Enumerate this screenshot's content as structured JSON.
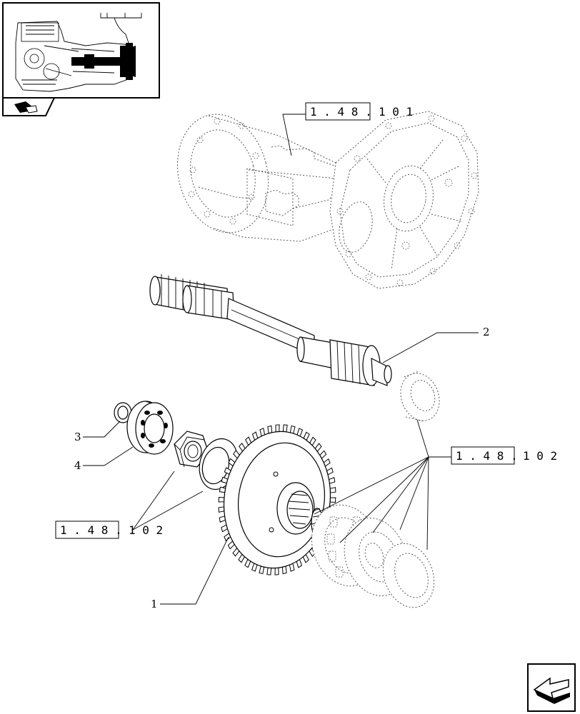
{
  "references": [
    {
      "id": "ref-housing",
      "text": "1 . 4 8 . 1 0 1",
      "boxed": "1 . 4 8 .",
      "rest": "1 0 1"
    },
    {
      "id": "ref-bearing-right",
      "text": "1 . 4 8 . 1 0 2",
      "boxed": "1 . 4 8 .",
      "rest": "1 0 2"
    },
    {
      "id": "ref-left",
      "text": "1 . 4 8 . 1 0 2",
      "boxed": "1 . 4 8 .",
      "rest": "1 0 2"
    }
  ],
  "parts": [
    {
      "number": "1",
      "name": "gear"
    },
    {
      "number": "2",
      "name": "shaft"
    },
    {
      "number": "3",
      "name": "ring"
    },
    {
      "number": "4",
      "name": "bearing"
    }
  ],
  "icons": {
    "overview": "assembly-thumbnail-icon",
    "section": "section-marker-icon",
    "nav": "next-page-arrow-icon"
  }
}
